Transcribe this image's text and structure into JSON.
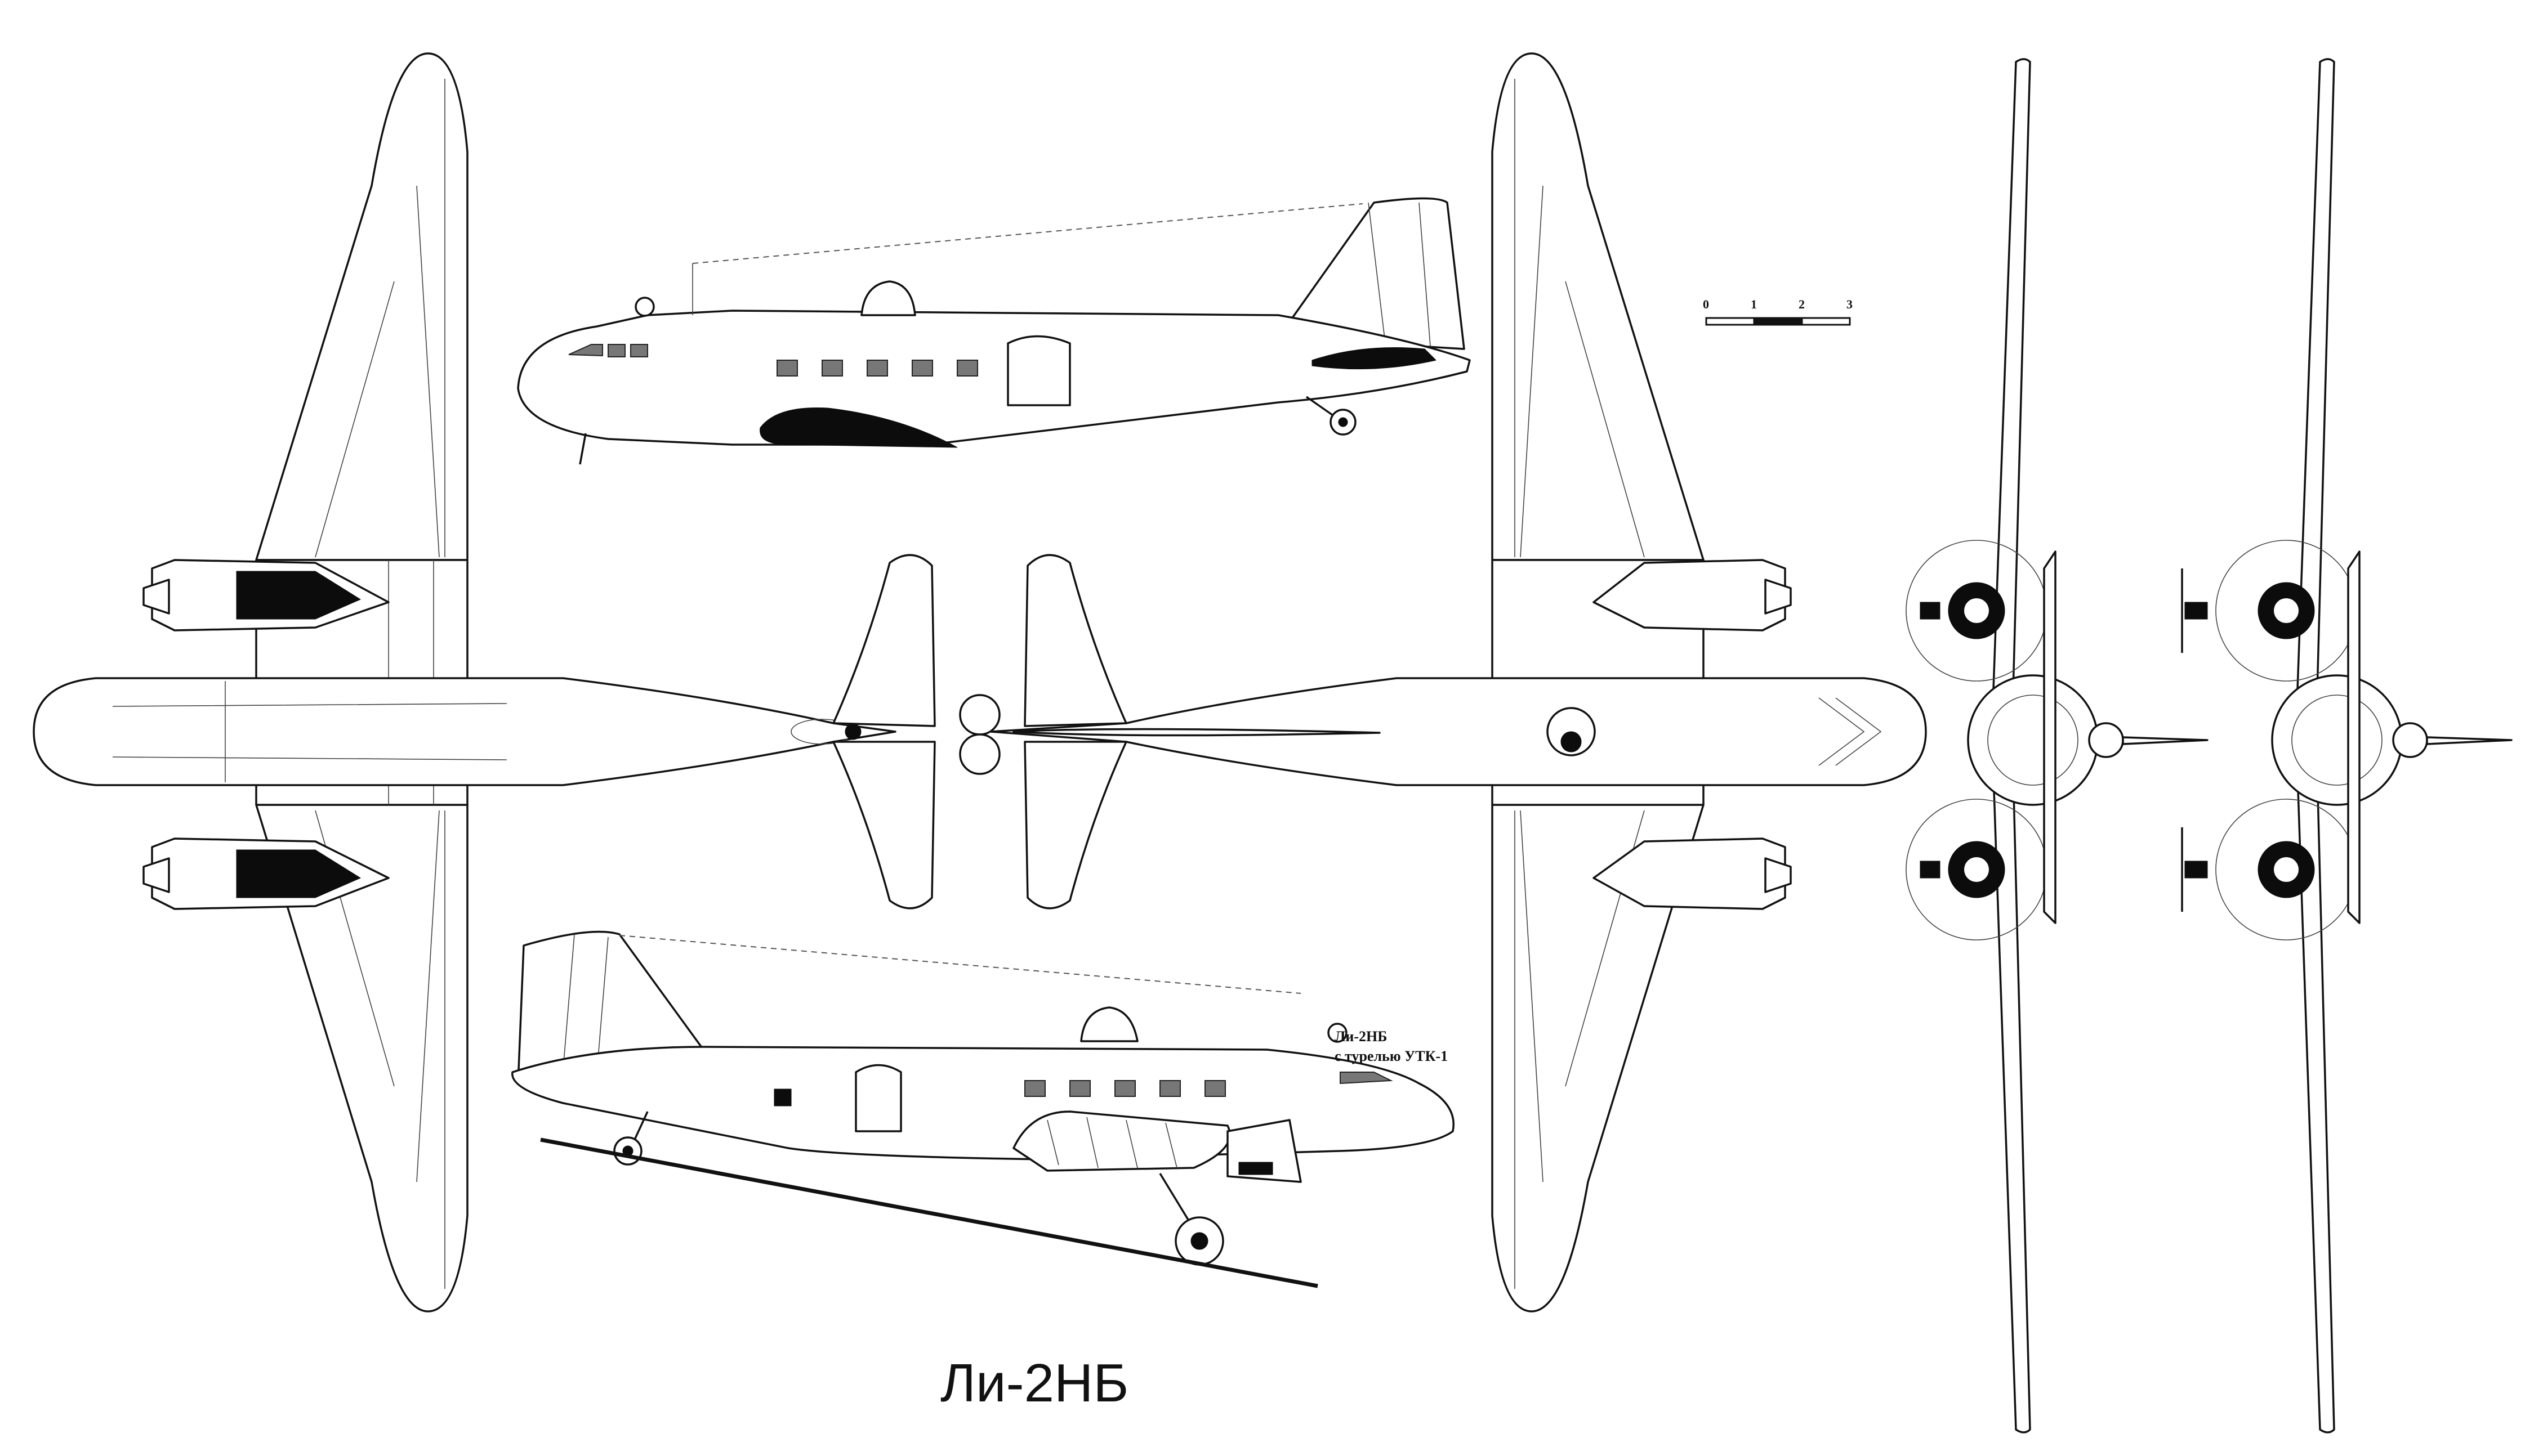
{
  "drawing": {
    "title": "Ли-2НБ",
    "variant_caption": {
      "line1": "Ли-2НБ",
      "line2": "с турелью УТК-1"
    },
    "scale_bar": {
      "ticks": [
        "0",
        "1",
        "2",
        "3"
      ]
    },
    "views": [
      "top-view",
      "side-view-left",
      "side-view-right",
      "bottom-view",
      "front-view",
      "front-view-turret"
    ],
    "colors": {
      "ink": "#111111",
      "paper": "#ffffff",
      "shade": "#0c0c0c"
    }
  }
}
